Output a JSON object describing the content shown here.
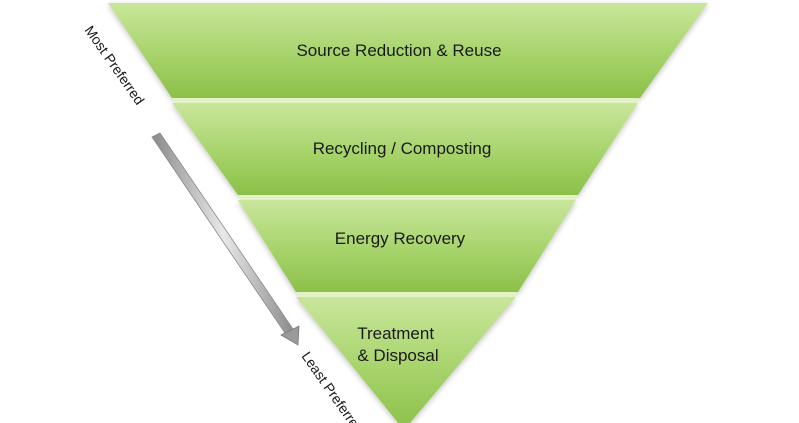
{
  "hierarchy": {
    "tiers": [
      {
        "lines": [
          "Source Reduction & Reuse"
        ]
      },
      {
        "lines": [
          "Recycling / Composting"
        ]
      },
      {
        "lines": [
          "Energy Recovery"
        ]
      },
      {
        "lines": [
          "Treatment",
          "& Disposal"
        ]
      }
    ],
    "arrow": {
      "top_label": "Most Preferred",
      "bottom_label": "Least Preferred"
    },
    "colors": {
      "fill_light": "#c9e69b",
      "fill_mid": "#a6d36a",
      "fill_dark": "#8cc04a",
      "band_highlight": "#e3f2c4",
      "arrow": "#a0a0a0"
    }
  }
}
